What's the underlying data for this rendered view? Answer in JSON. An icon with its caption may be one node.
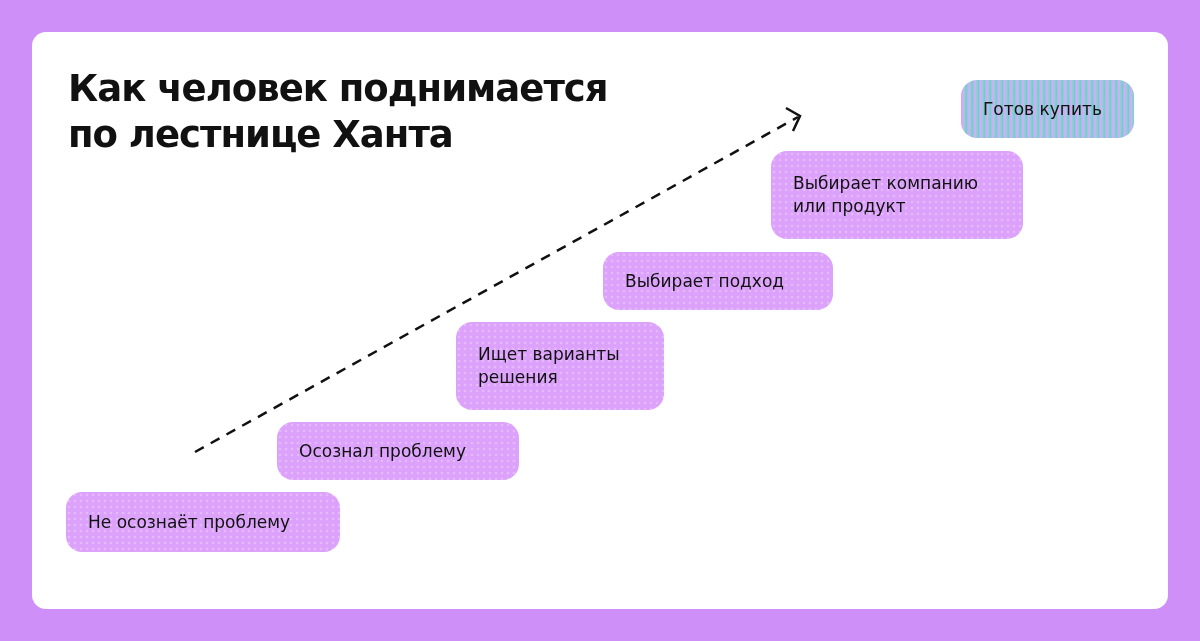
{
  "diagram": {
    "title": "Как человек поднимается по лестнице Ханта",
    "nodes": [
      {
        "text": [
          "Не осознаёт проблему"
        ]
      },
      {
        "text": [
          "Осознал проблему"
        ]
      },
      {
        "text": [
          "Ищет варианты решения"
        ]
      },
      {
        "text": [
          "Выбирает подход"
        ]
      },
      {
        "text": [
          "Выбирает компанию или продукт"
        ]
      },
      {
        "text": [
          "Готов купить"
        ]
      }
    ]
  }
}
